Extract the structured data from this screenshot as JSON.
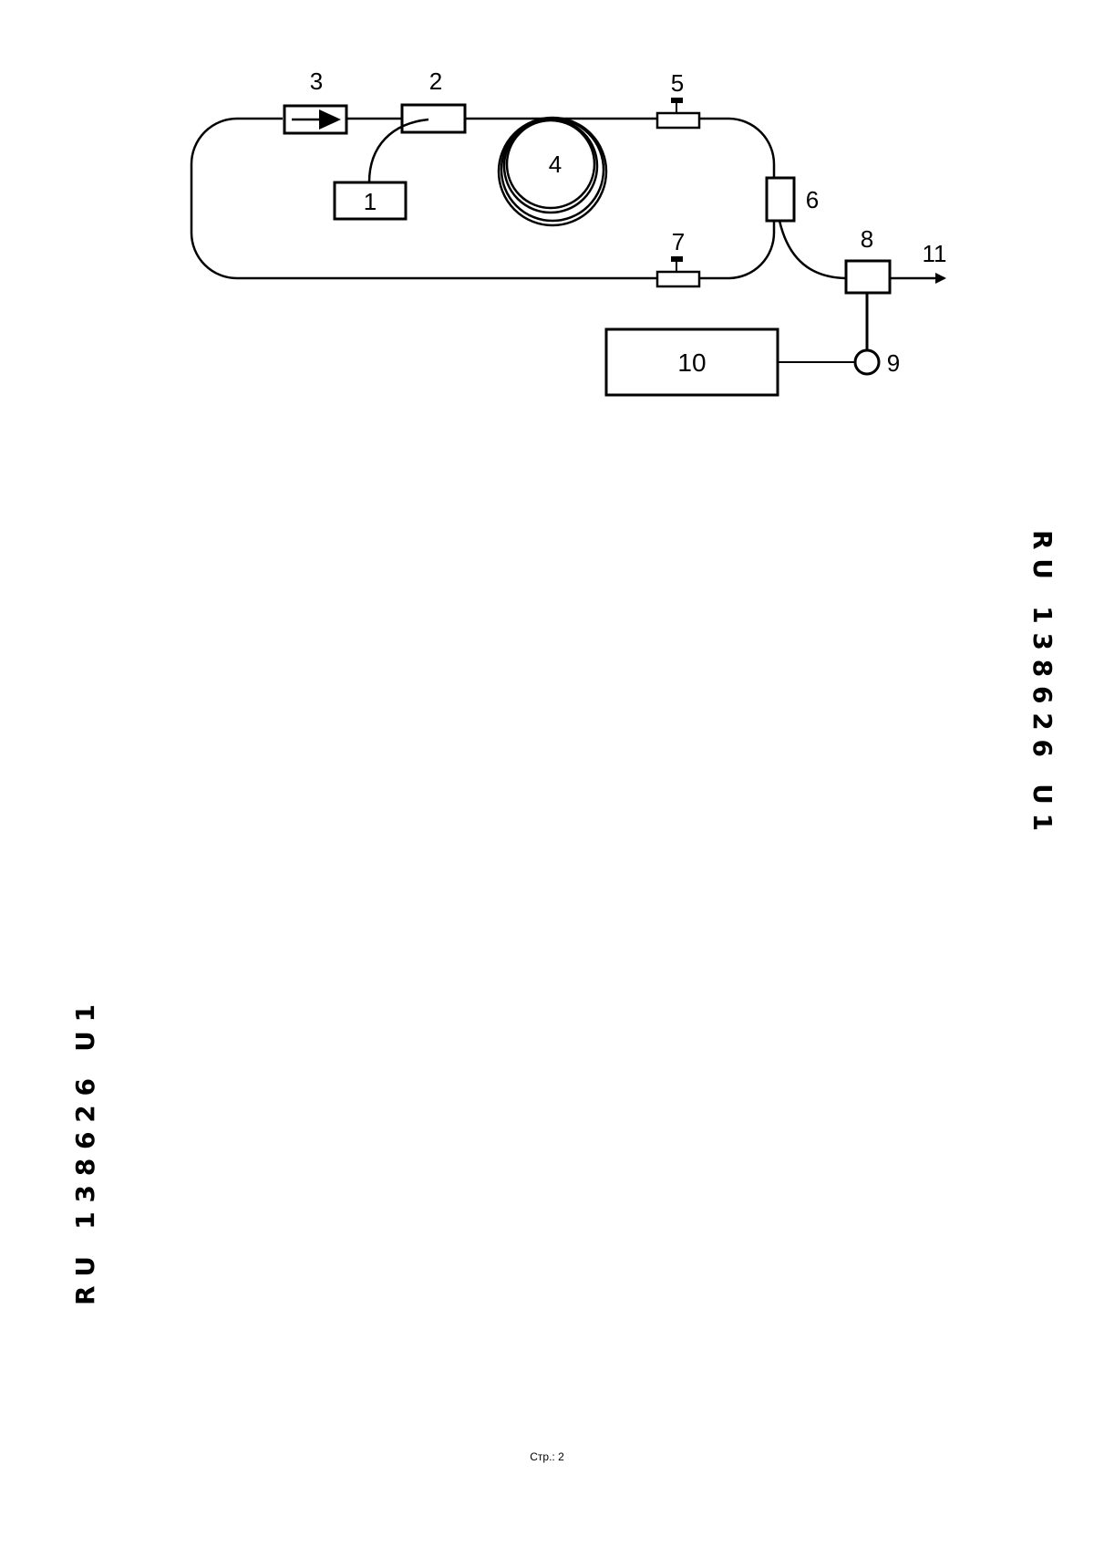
{
  "diagram": {
    "labels": {
      "c1": "1",
      "c2": "2",
      "c3": "3",
      "c4": "4",
      "c5": "5",
      "c6": "6",
      "c7": "7",
      "c8": "8",
      "c9": "9",
      "c10": "10",
      "c11": "11"
    }
  },
  "side_code": {
    "right": "R U   1 3 8 6 2 6   U 1",
    "left": "R U   1 3 8 6 2 6   U 1"
  },
  "footer": {
    "page_label": "Стр.: 2"
  }
}
